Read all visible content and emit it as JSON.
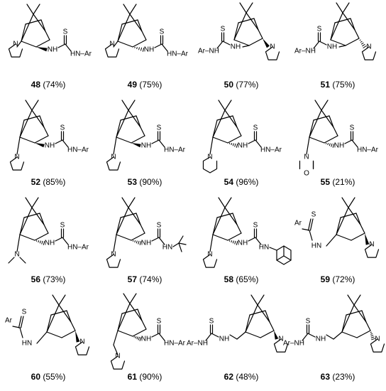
{
  "compounds": [
    {
      "id": "48",
      "yield": "(74%)",
      "layout": "A",
      "stereo": "wedge",
      "amine": "pyrrolidine",
      "r": "Ar"
    },
    {
      "id": "49",
      "yield": "(75%)",
      "layout": "A",
      "stereo": "hash",
      "amine": "pyrrolidine",
      "r": "Ar"
    },
    {
      "id": "50",
      "yield": "(77%)",
      "layout": "B",
      "stereo": "wedge",
      "amine": "pyrrolidine",
      "r": "Ar"
    },
    {
      "id": "51",
      "yield": "(75%)",
      "layout": "B",
      "stereo": "hash",
      "amine": "pyrrolidine",
      "r": "Ar"
    },
    {
      "id": "52",
      "yield": "(85%)",
      "layout": "C",
      "stereo": "wedge",
      "amine": "pyrrolidine",
      "r": "Ar"
    },
    {
      "id": "53",
      "yield": "(90%)",
      "layout": "C",
      "stereo": "wedge",
      "amine": "pyrrolidine",
      "r": "Ar"
    },
    {
      "id": "54",
      "yield": "(96%)",
      "layout": "C",
      "stereo": "hash",
      "amine": "piperidine",
      "r": "Ar"
    },
    {
      "id": "55",
      "yield": "(21%)",
      "layout": "C",
      "stereo": "hash",
      "amine": "morpholine",
      "r": "Ar"
    },
    {
      "id": "56",
      "yield": "(73%)",
      "layout": "C",
      "stereo": "hash",
      "amine": "dimethylamine",
      "r": "Ar"
    },
    {
      "id": "57",
      "yield": "(74%)",
      "layout": "C",
      "stereo": "hash",
      "amine": "pyrrolidine",
      "r": "tBu"
    },
    {
      "id": "58",
      "yield": "(65%)",
      "layout": "C",
      "stereo": "hash",
      "amine": "pyrrolidine",
      "r": "adamantyl"
    },
    {
      "id": "59",
      "yield": "(72%)",
      "layout": "D",
      "stereo": "wedge",
      "amine": "pyrrolidine",
      "r": "Ar"
    },
    {
      "id": "60",
      "yield": "(55%)",
      "layout": "D",
      "stereo": "wedge",
      "amine": "pyrrolidine",
      "r": "Ar"
    },
    {
      "id": "61",
      "yield": "(90%)",
      "layout": "E",
      "stereo": "hash",
      "amine": "pyrrolidine",
      "r": "Ar"
    },
    {
      "id": "62",
      "yield": "(48%)",
      "layout": "F",
      "stereo": "wedge",
      "amine": "pyrrolidine",
      "r": "Ar"
    },
    {
      "id": "63",
      "yield": "(23%)",
      "layout": "F",
      "stereo": "hash",
      "amine": "pyrrolidine",
      "r": "Ar"
    }
  ],
  "atoms": {
    "nh": "NH",
    "hn": "HN",
    "s": "S",
    "ar": "Ar",
    "ar_nh": "Ar–NH",
    "hn_ar": "HN–Ar",
    "n": "N",
    "o": "O"
  }
}
